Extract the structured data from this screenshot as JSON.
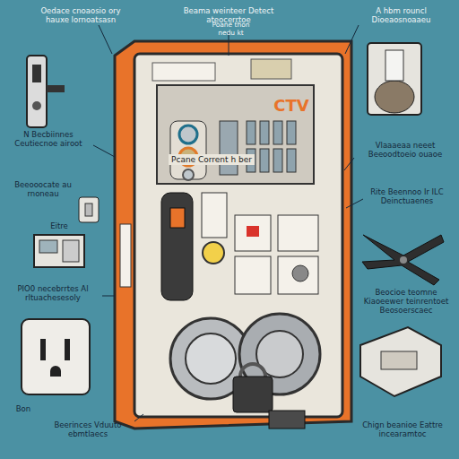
{
  "diagram": {
    "nodes": [
      {
        "text": [
          "Pcane Corrent h ber"
        ]
      }
    ],
    "labels": [
      "Oedace cnoaosio ory hauxe lornoatsasn",
      "Beama weinteer Detect ateocerrtoe",
      "Poane thon nedu kt",
      "A hbm rouncl Dioeaosnoaaeu",
      "N Becbiinnes Ceutiecnoe airoot",
      "Beeooocate au rnoneau",
      "Eitre",
      "PIO0 necebrrtes Al rltuachesesoly",
      "Bon",
      "Beerinces Vduuto ebmtlaecs",
      "Vlaaaeaa neeet Beeoodtoeio ouaoe",
      "Rite Beennoo Ir ILC Deinctuaenes",
      "Beocioe teomne Kiaoeewer teinrentoet Beosoerscaec",
      "Chign beanioe Eattre incearamtoc",
      "CTV"
    ]
  }
}
